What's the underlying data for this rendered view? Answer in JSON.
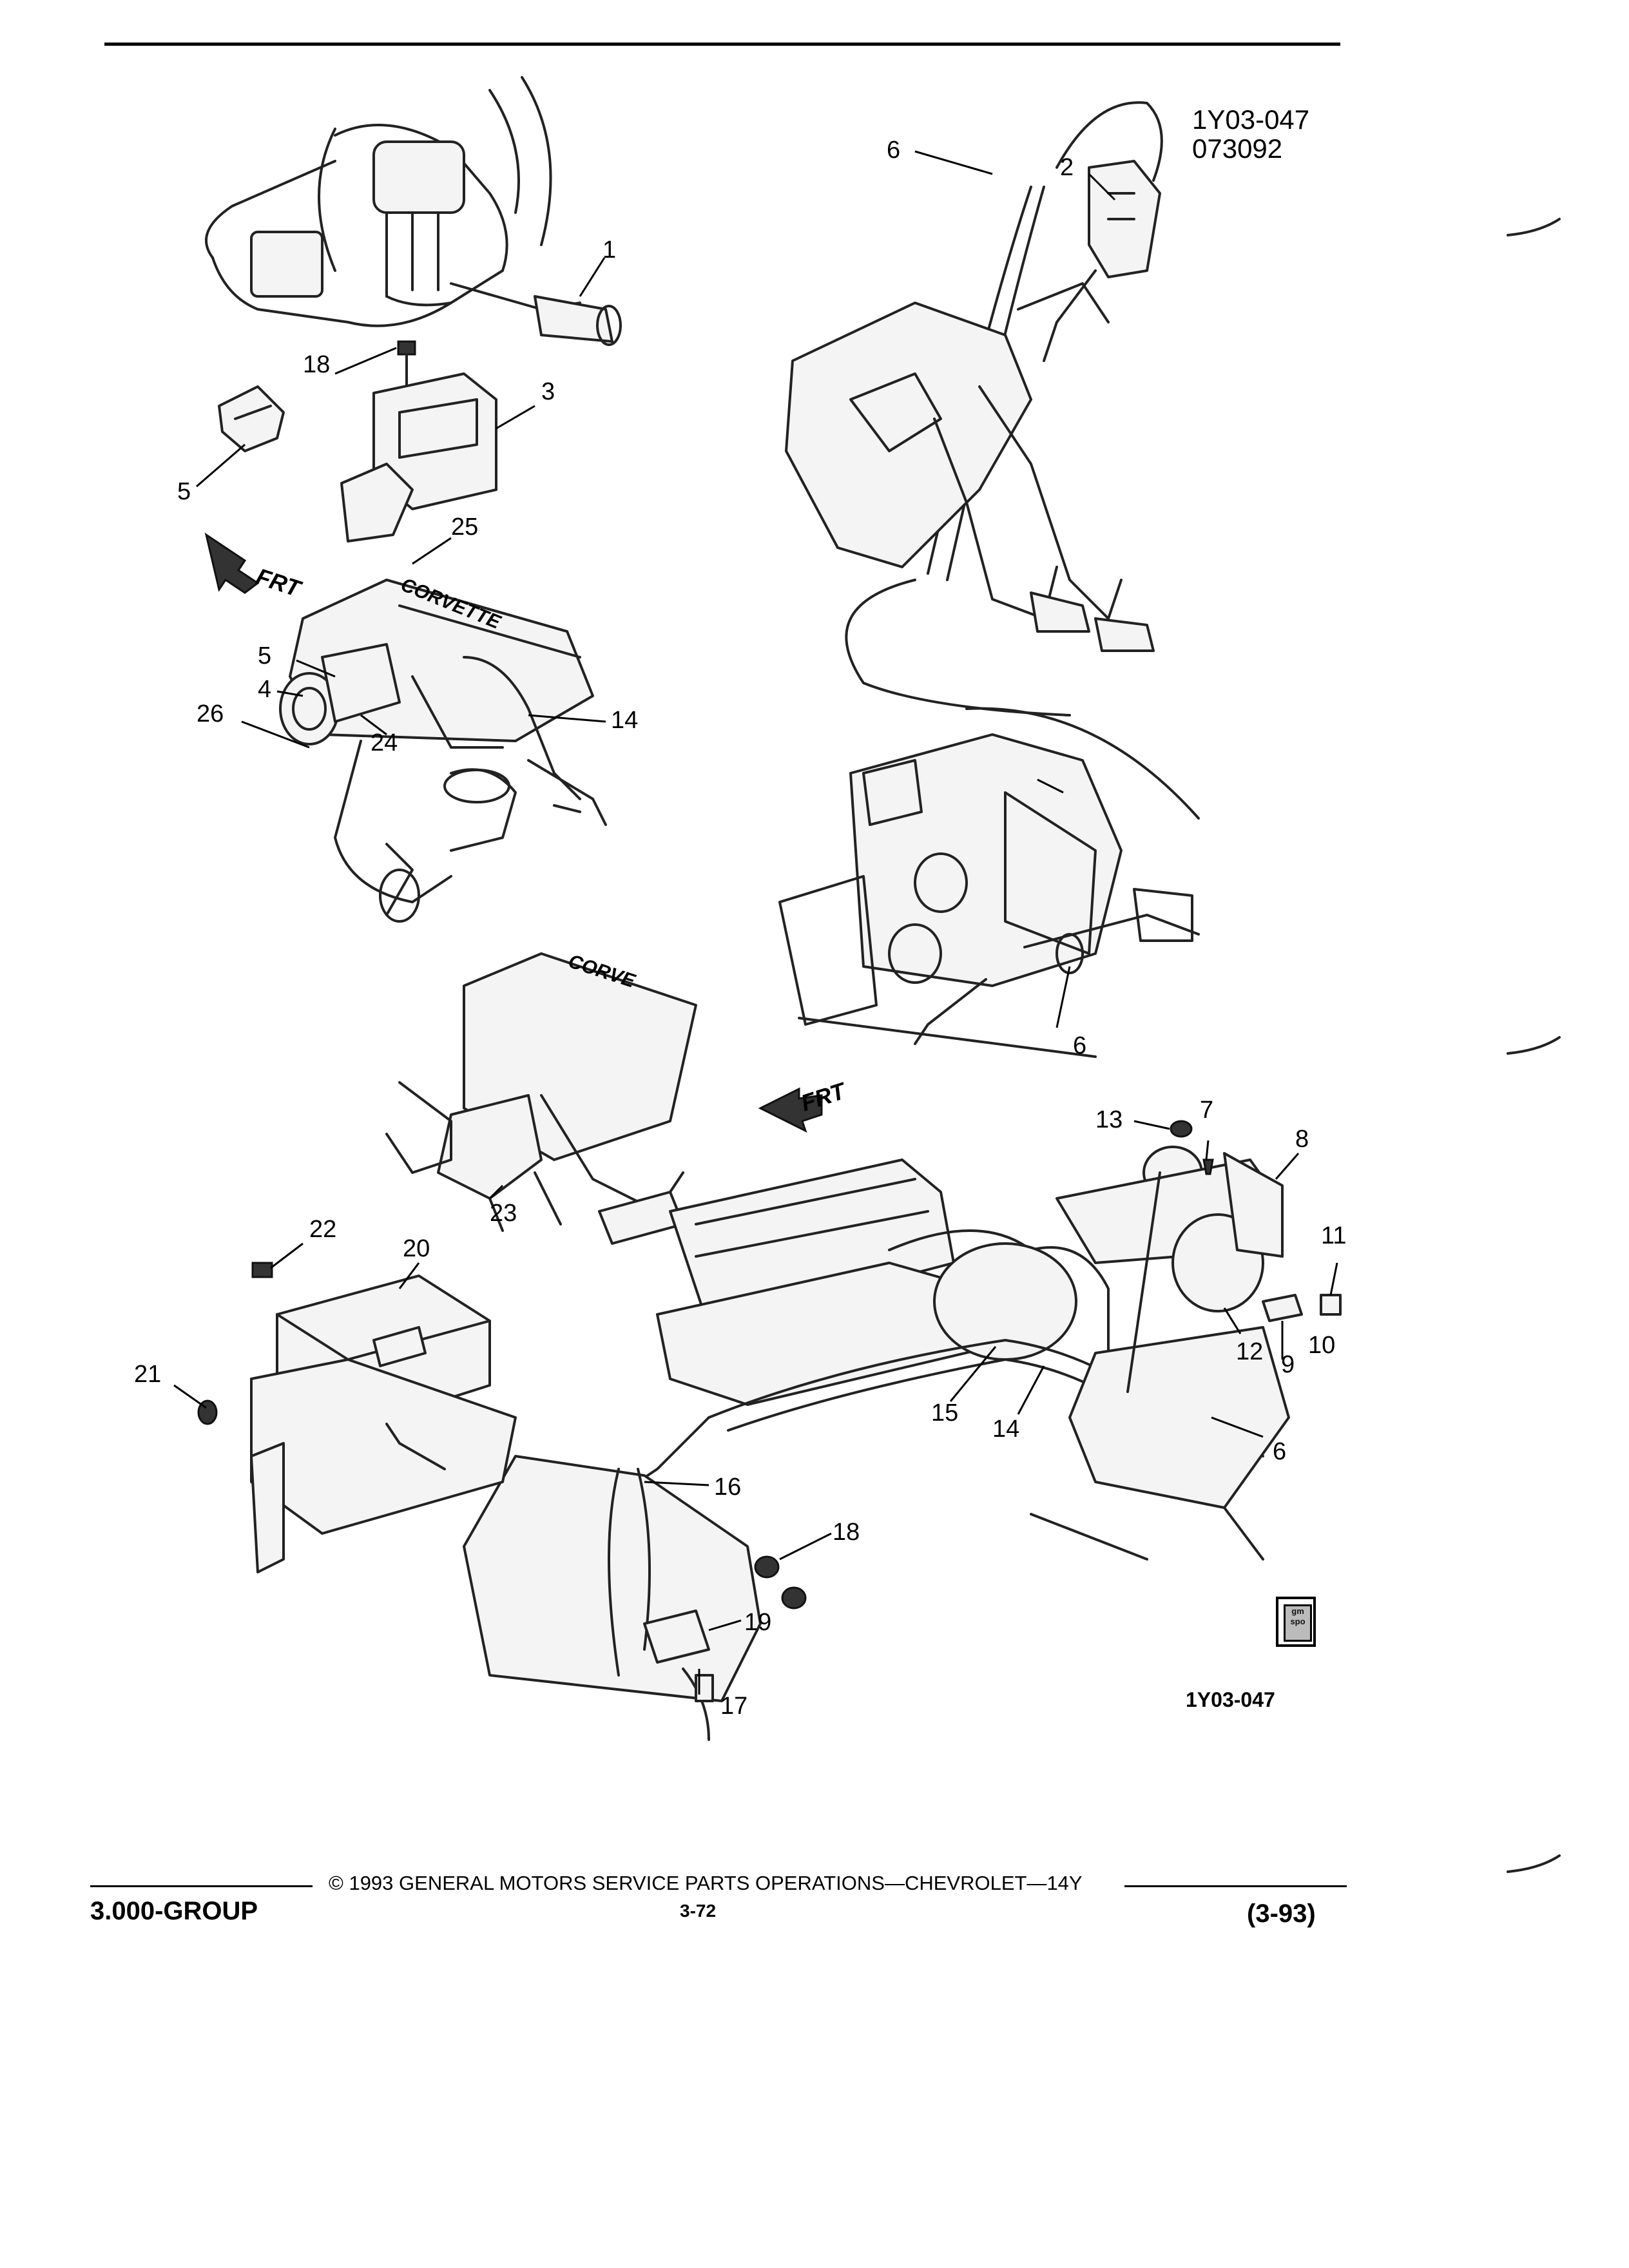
{
  "figure": {
    "reference_top": "1Y03-047",
    "date_code": "073092",
    "reference_bottom": "1Y03-047",
    "direction_labels": [
      "FRT",
      "FRT"
    ],
    "engine_lettering": [
      "CORVETTE",
      "CORVE"
    ]
  },
  "callouts": [
    "1",
    "2",
    "3",
    "4",
    "5",
    "5",
    "6",
    "6",
    "6",
    "7",
    "8",
    "9",
    "10",
    "11",
    "12",
    "13",
    "14",
    "14",
    "15",
    "16",
    "17",
    "18",
    "18",
    "19",
    "20",
    "21",
    "22",
    "23",
    "24",
    "25",
    "26"
  ],
  "footer": {
    "group": "3.000-GROUP",
    "copyright": "© 1993 GENERAL MOTORS SERVICE PARTS OPERATIONS—CHEVROLET—14Y",
    "page_number": "3-72",
    "revision": "(3-93)"
  },
  "logo": {
    "name": "gm-spo-logo",
    "text": "gm spo"
  }
}
